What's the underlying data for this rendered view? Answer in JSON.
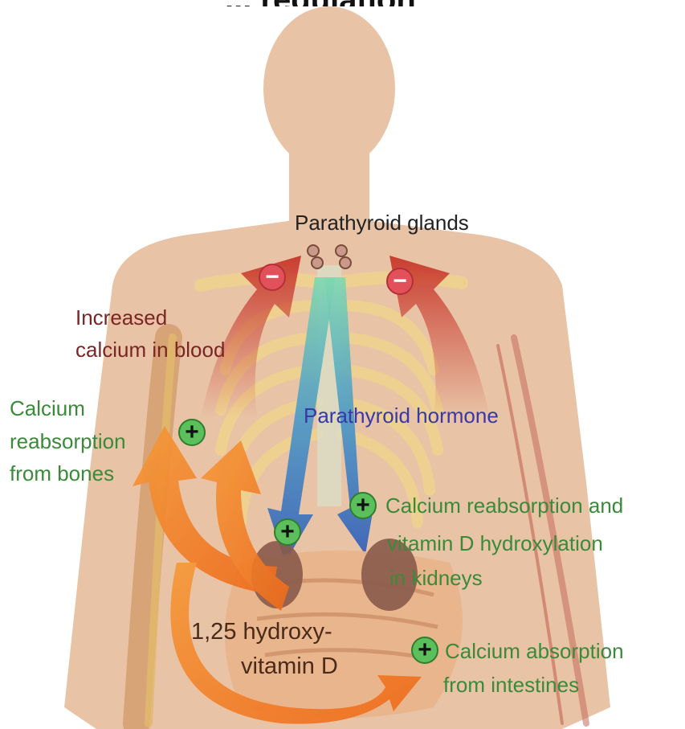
{
  "diagram": {
    "title_fragment": "... regulation",
    "labels": {
      "parathyroid_glands": "Parathyroid glands",
      "increased_calcium_line1": "Increased",
      "increased_calcium_line2": "calcium in blood",
      "calcium_reabsorption_bones_line1": "Calcium",
      "calcium_reabsorption_bones_line2": "reabsorption",
      "calcium_reabsorption_bones_line3": "from bones",
      "parathyroid_hormone": "Parathyroid hormone",
      "kidneys_line1": "Calcium reabsorption and",
      "kidneys_line2": "vitamin D hydroxylation",
      "kidneys_line3": "in kidneys",
      "vitd_line1": "1,25 hydroxy-",
      "vitd_line2": "vitamin D",
      "intestines_line1": "Calcium absorption",
      "intestines_line2": "from intestines"
    },
    "signs": {
      "plus": "+",
      "minus": "−"
    },
    "colors": {
      "body": "#e8c3a6",
      "effect_text": "#3a8a3a",
      "calcium_text": "#7a2626",
      "hormone_text": "#3838a8",
      "hormone_arrow": "#3f7fc8",
      "feedback_arrow": "#c83a2a",
      "vitamin_arrow": "#f07a22"
    }
  }
}
